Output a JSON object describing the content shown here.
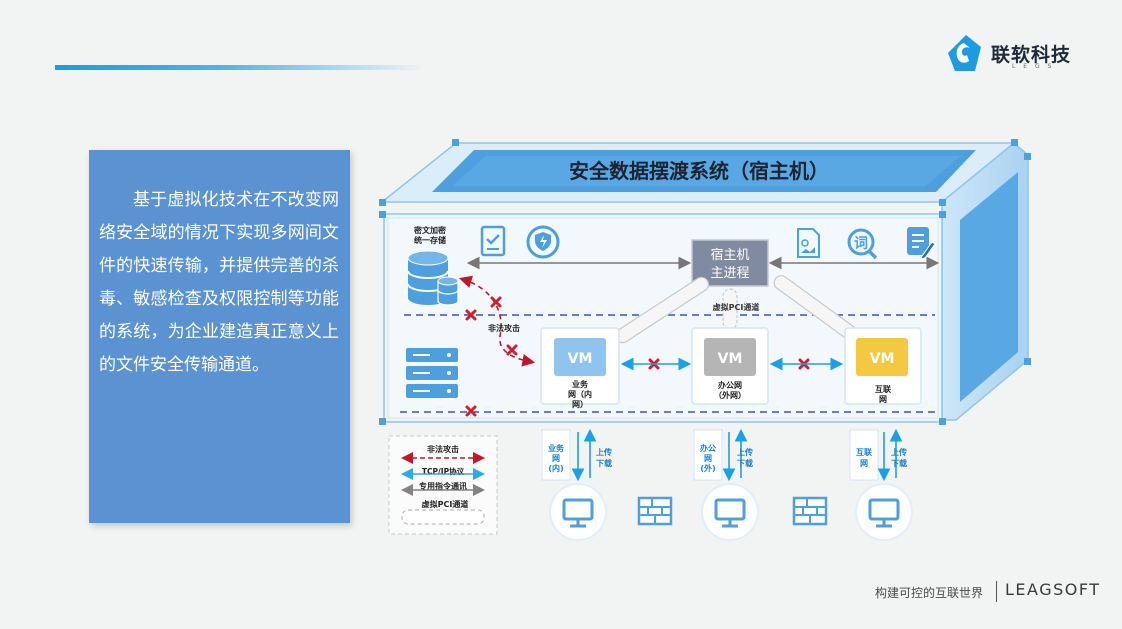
{
  "brand": {
    "logo_text": "联软科技",
    "logo_sub": "L E G S",
    "slogan": "构建可控的互联世界",
    "wordmark": "LEAGSOFT"
  },
  "description": "基于虚拟化技术在不改变网络安全域的情况下实现多网间文件的快速传输，并提供完善的杀毒、敏感检查及权限控制等功能的系统，为企业建造真正意义上的文件安全传输通道。",
  "diagram": {
    "title": "安全数据摆渡系统（宿主机）",
    "host_process_line1": "宿主机",
    "host_process_line2": "主进程",
    "virtual_pci_label": "虚拟PCI通道",
    "storage_line1": "密文加密",
    "storage_line2": "统一存储",
    "illegal_attack_label": "非法攻击",
    "vm_label": "VM",
    "vms": [
      {
        "line1": "业务",
        "line2": "网（内",
        "line3": "网）",
        "color": "#8fc4ee"
      },
      {
        "line1": "办公网",
        "line2": "（外网）",
        "line3": "",
        "color": "#b5b5b5"
      },
      {
        "line1": "互联",
        "line2": "网",
        "line3": "",
        "color": "#f5c842"
      }
    ],
    "terminals": [
      {
        "net_line1": "业务",
        "net_line2": "网",
        "net_line3": "(内)"
      },
      {
        "net_line1": "办公",
        "net_line2": "网",
        "net_line3": "(外)"
      },
      {
        "net_line1": "互联",
        "net_line2": "网",
        "net_line3": ""
      }
    ],
    "upload_label": "上传",
    "download_label": "下载",
    "icons": [
      "checklist-icon",
      "shield-lightning-icon",
      "document-image-icon",
      "word-search-icon",
      "notepad-pen-icon",
      "database-icon",
      "server-rack-icon",
      "monitor-icon",
      "firewall-icon"
    ],
    "colors": {
      "accent_blue": "#1c9be0",
      "attack_red": "#c0182b",
      "host_box": "#7f8aa0",
      "tcp_cyan": "#1aa0e6"
    }
  },
  "legend": {
    "illegal_attack": "非法攻击",
    "tcp_ip": "TCP/IP协议",
    "private_cmd": "专用指令通讯",
    "virtual_pci": "虚拟PCI通道"
  }
}
